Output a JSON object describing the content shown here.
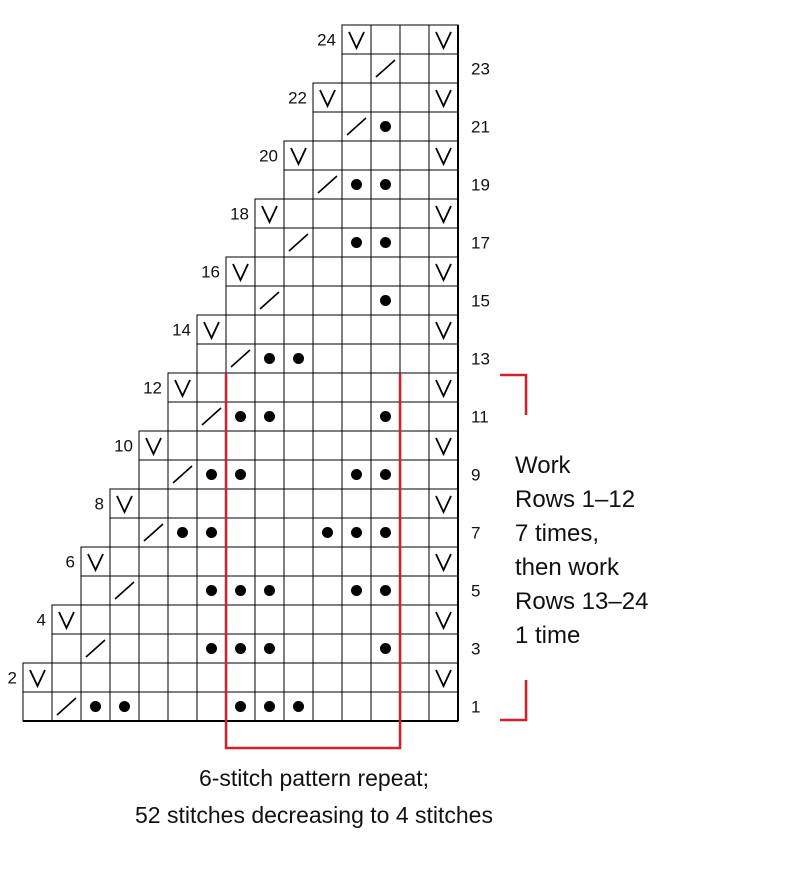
{
  "chart": {
    "rows": [
      {
        "num": "1",
        "cells": [
          "",
          "k2tog",
          "purl",
          "purl",
          "",
          "",
          "",
          "purl",
          "purl",
          "purl",
          "",
          "",
          "",
          "",
          ""
        ]
      },
      {
        "num": "2",
        "cells": [
          "slip",
          "",
          "",
          "",
          "",
          "",
          "",
          "",
          "",
          "",
          "",
          "",
          "",
          "",
          "slip"
        ]
      },
      {
        "num": "3",
        "cells": [
          "",
          "",
          "k2tog",
          "",
          "",
          "",
          "purl",
          "purl",
          "purl",
          "",
          "",
          "",
          "purl",
          "",
          ""
        ]
      },
      {
        "num": "4",
        "cells": [
          "",
          "slip",
          "",
          "",
          "",
          "",
          "",
          "",
          "",
          "",
          "",
          "",
          "",
          "",
          "slip"
        ]
      },
      {
        "num": "5",
        "cells": [
          "",
          "",
          "",
          "k2tog",
          "",
          "",
          "purl",
          "purl",
          "purl",
          "",
          "",
          "purl",
          "purl",
          "",
          ""
        ]
      },
      {
        "num": "6",
        "cells": [
          "",
          "",
          "slip",
          "",
          "",
          "",
          "",
          "",
          "",
          "",
          "",
          "",
          "",
          "",
          "slip"
        ]
      },
      {
        "num": "7",
        "cells": [
          "",
          "",
          "",
          "",
          "k2tog",
          "purl",
          "purl",
          "",
          "",
          "",
          "purl",
          "purl",
          "purl",
          "",
          ""
        ]
      },
      {
        "num": "8",
        "cells": [
          "",
          "",
          "",
          "slip",
          "",
          "",
          "",
          "",
          "",
          "",
          "",
          "",
          "",
          "",
          "slip"
        ]
      },
      {
        "num": "9",
        "cells": [
          "",
          "",
          "",
          "",
          "",
          "k2tog",
          "purl",
          "purl",
          "",
          "",
          "",
          "purl",
          "purl",
          "",
          ""
        ]
      },
      {
        "num": "10",
        "cells": [
          "",
          "",
          "",
          "",
          "slip",
          "",
          "",
          "",
          "",
          "",
          "",
          "",
          "",
          "",
          "slip"
        ]
      },
      {
        "num": "11",
        "cells": [
          "",
          "",
          "",
          "",
          "",
          "",
          "k2tog",
          "purl",
          "purl",
          "",
          "",
          "",
          "purl",
          "",
          ""
        ]
      },
      {
        "num": "12",
        "cells": [
          "",
          "",
          "",
          "",
          "",
          "slip",
          "",
          "",
          "",
          "",
          "",
          "",
          "",
          "",
          "slip"
        ]
      },
      {
        "num": "13",
        "cells": [
          "",
          "",
          "",
          "",
          "",
          "",
          "",
          "k2tog",
          "purl",
          "purl",
          "",
          "",
          "",
          "",
          ""
        ]
      },
      {
        "num": "14",
        "cells": [
          "",
          "",
          "",
          "",
          "",
          "",
          "slip",
          "",
          "",
          "",
          "",
          "",
          "",
          "",
          "slip"
        ]
      },
      {
        "num": "15",
        "cells": [
          "",
          "",
          "",
          "",
          "",
          "",
          "",
          "",
          "k2tog",
          "",
          "",
          "",
          "purl",
          "",
          ""
        ]
      },
      {
        "num": "16",
        "cells": [
          "",
          "",
          "",
          "",
          "",
          "",
          "",
          "slip",
          "",
          "",
          "",
          "",
          "",
          "",
          "slip"
        ]
      },
      {
        "num": "17",
        "cells": [
          "",
          "",
          "",
          "",
          "",
          "",
          "",
          "",
          "",
          "k2tog",
          "",
          "purl",
          "purl",
          "",
          ""
        ]
      },
      {
        "num": "18",
        "cells": [
          "",
          "",
          "",
          "",
          "",
          "",
          "",
          "",
          "slip",
          "",
          "",
          "",
          "",
          "",
          "slip"
        ]
      },
      {
        "num": "19",
        "cells": [
          "",
          "",
          "",
          "",
          "",
          "",
          "",
          "",
          "",
          "",
          "k2tog",
          "purl",
          "purl",
          "",
          ""
        ]
      },
      {
        "num": "20",
        "cells": [
          "",
          "",
          "",
          "",
          "",
          "",
          "",
          "",
          "",
          "slip",
          "",
          "",
          "",
          "",
          "slip"
        ]
      },
      {
        "num": "21",
        "cells": [
          "",
          "",
          "",
          "",
          "",
          "",
          "",
          "",
          "",
          "",
          "",
          "k2tog",
          "purl",
          "",
          ""
        ]
      },
      {
        "num": "22",
        "cells": [
          "",
          "",
          "",
          "",
          "",
          "",
          "",
          "",
          "",
          "",
          "slip",
          "",
          "",
          "",
          "slip"
        ]
      },
      {
        "num": "23",
        "cells": [
          "",
          "",
          "",
          "",
          "",
          "",
          "",
          "",
          "",
          "",
          "",
          "",
          "k2tog",
          "",
          ""
        ]
      },
      {
        "num": "24",
        "cells": [
          "",
          "",
          "",
          "",
          "",
          "",
          "",
          "",
          "",
          "",
          "",
          "slip",
          "",
          "",
          "slip"
        ]
      }
    ],
    "repeat_start_col": 7,
    "repeat_end_col": 12,
    "colors": {
      "grid": "#000000",
      "repeat": "#d0202a"
    }
  },
  "note": {
    "lines": [
      "Work",
      "Rows 1–12",
      "7 times,",
      "then work",
      "Rows 13–24",
      "1 time"
    ]
  },
  "caption": {
    "line1": "6-stitch pattern repeat;",
    "line2": "52 stitches decreasing to 4 stitches"
  }
}
